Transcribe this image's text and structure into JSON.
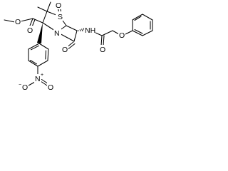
{
  "molecule": {
    "atom_labels": {
      "sulfur": "S",
      "sulfoxide_oxygen": "O",
      "ring_nitrogen": "N",
      "lactam_oxygen": "O",
      "ester_carbonyl_oxygen": "O",
      "ester_methoxy_oxygen": "O",
      "amide_nh": "NH",
      "amide_oxygen": "O",
      "ether_oxygen": "O",
      "nitro_nitrogen": "N",
      "nitro_plus": "+",
      "nitro_oxygen_left": "O",
      "nitro_minus": "−",
      "nitro_oxygen_right": "O"
    },
    "colors": {
      "ink": "#000000",
      "background": "#ffffff"
    }
  }
}
